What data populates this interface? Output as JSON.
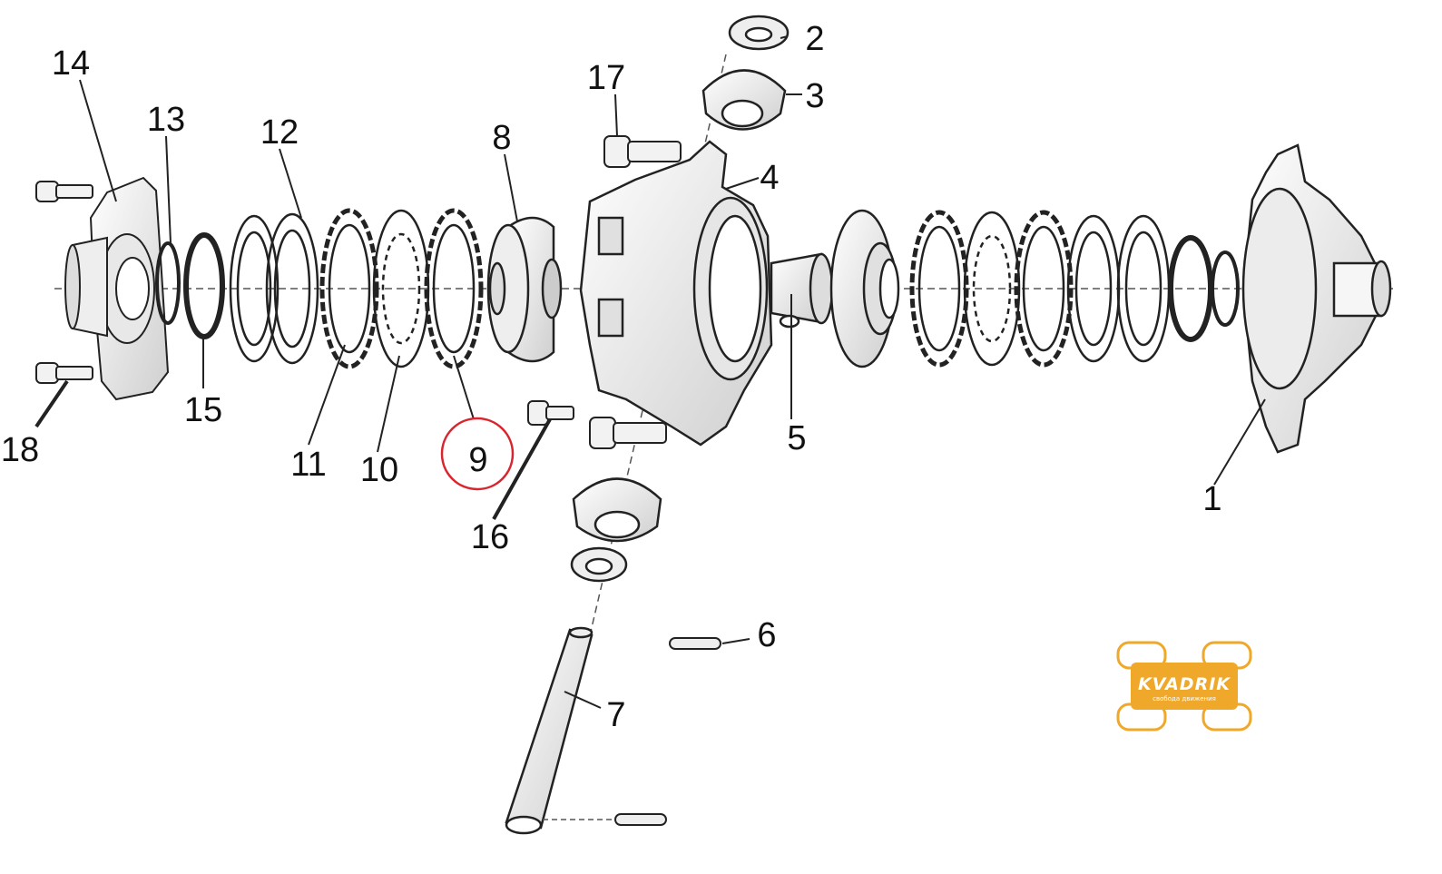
{
  "diagram": {
    "part_labels": [
      "1",
      "2",
      "3",
      "4",
      "5",
      "6",
      "7",
      "8",
      "9",
      "10",
      "11",
      "12",
      "13",
      "14",
      "15",
      "16",
      "17",
      "18"
    ],
    "highlighted_part": "9",
    "highlight_color": "#d9262e"
  },
  "logo": {
    "name": "KVADRIK",
    "tagline": "свобода движения",
    "color": "#f0a82a"
  }
}
